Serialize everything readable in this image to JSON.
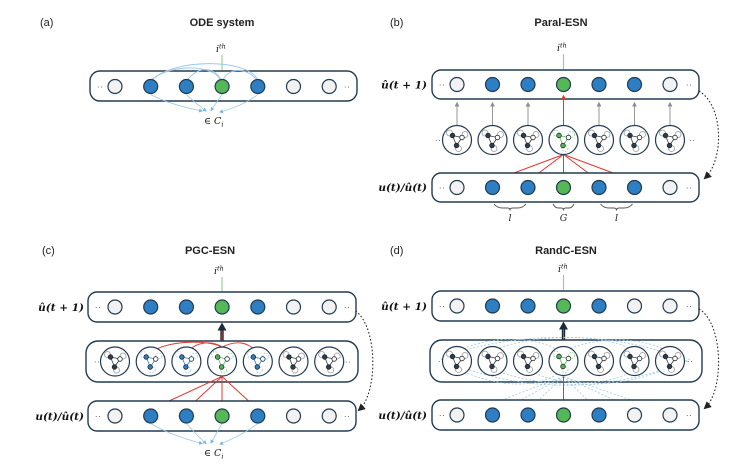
{
  "colors": {
    "blue": "#2D7EC3",
    "green": "#55B857",
    "node-white": "#F2F2F2",
    "stroke": "#233B50",
    "red": "#E0392F",
    "light-blue": "#9CC7E6",
    "light-green": "#90D190",
    "gray": "#8C8C8C",
    "dark": "#222222"
  },
  "shared": {
    "dots": "··",
    "i_base": "i",
    "i_sup": "th",
    "in_c_base": "∈ C",
    "in_c_sub": "i",
    "uhat_label": "û(t + 1)",
    "u_label": "u(t)/û(t)"
  },
  "panels": {
    "a": {
      "letter": "(a)",
      "title": "ODE system",
      "nodes": [
        "white",
        "blue",
        "blue",
        "green",
        "blue",
        "white",
        "white"
      ]
    },
    "b": {
      "letter": "(b)",
      "title": "Paral-ESN",
      "top_nodes": [
        "white",
        "blue",
        "blue",
        "green",
        "blue",
        "blue",
        "white"
      ],
      "bottom_nodes": [
        "white",
        "blue",
        "blue",
        "green",
        "blue",
        "blue",
        "white"
      ],
      "motifs": [
        "dark",
        "dark",
        "dark",
        "green",
        "dark",
        "dark",
        "dark"
      ],
      "brace_labels": [
        "l",
        "G",
        "l"
      ]
    },
    "c": {
      "letter": "(c)",
      "title": "PGC-ESN",
      "top_nodes": [
        "white",
        "blue",
        "blue",
        "green",
        "blue",
        "white",
        "white"
      ],
      "bottom_nodes": [
        "white",
        "blue",
        "blue",
        "green",
        "blue",
        "white",
        "white"
      ],
      "motifs": [
        "dark",
        "blue",
        "blue",
        "green",
        "blue",
        "dark",
        "dark"
      ]
    },
    "d": {
      "letter": "(d)",
      "title": "RandC-ESN",
      "top_nodes": [
        "white",
        "blue",
        "blue",
        "green",
        "blue",
        "white",
        "white"
      ],
      "bottom_nodes": [
        "white",
        "blue",
        "blue",
        "green",
        "blue",
        "white",
        "white"
      ],
      "motifs": [
        "dark",
        "dark",
        "dark",
        "green",
        "dark",
        "dark",
        "dark"
      ]
    }
  }
}
